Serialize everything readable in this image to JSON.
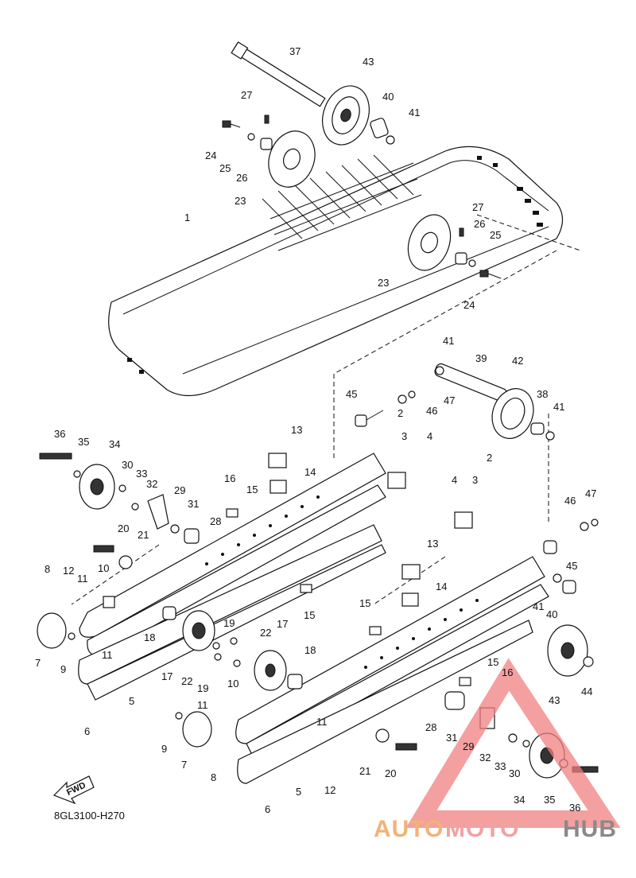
{
  "diagram": {
    "caption": "8GL3100-H270",
    "direction_label": "FWD",
    "callouts": [
      "1",
      "2",
      "3",
      "4",
      "5",
      "6",
      "7",
      "8",
      "9",
      "10",
      "11",
      "12",
      "13",
      "14",
      "15",
      "16",
      "17",
      "18",
      "19",
      "20",
      "21",
      "22",
      "23",
      "24",
      "25",
      "26",
      "27",
      "28",
      "29",
      "30",
      "31",
      "32",
      "33",
      "34",
      "35",
      "36",
      "37",
      "38",
      "39",
      "40",
      "41",
      "42",
      "43",
      "44",
      "45",
      "46",
      "47"
    ]
  },
  "watermark": {
    "part1": "AUTO",
    "part2": "MOTO",
    "part3": "HUB",
    "color_auto": "#f2b277",
    "color_moto": "#f2a1a1",
    "color_hub": "#8a8a8a",
    "triangle_color": "#f08080"
  }
}
